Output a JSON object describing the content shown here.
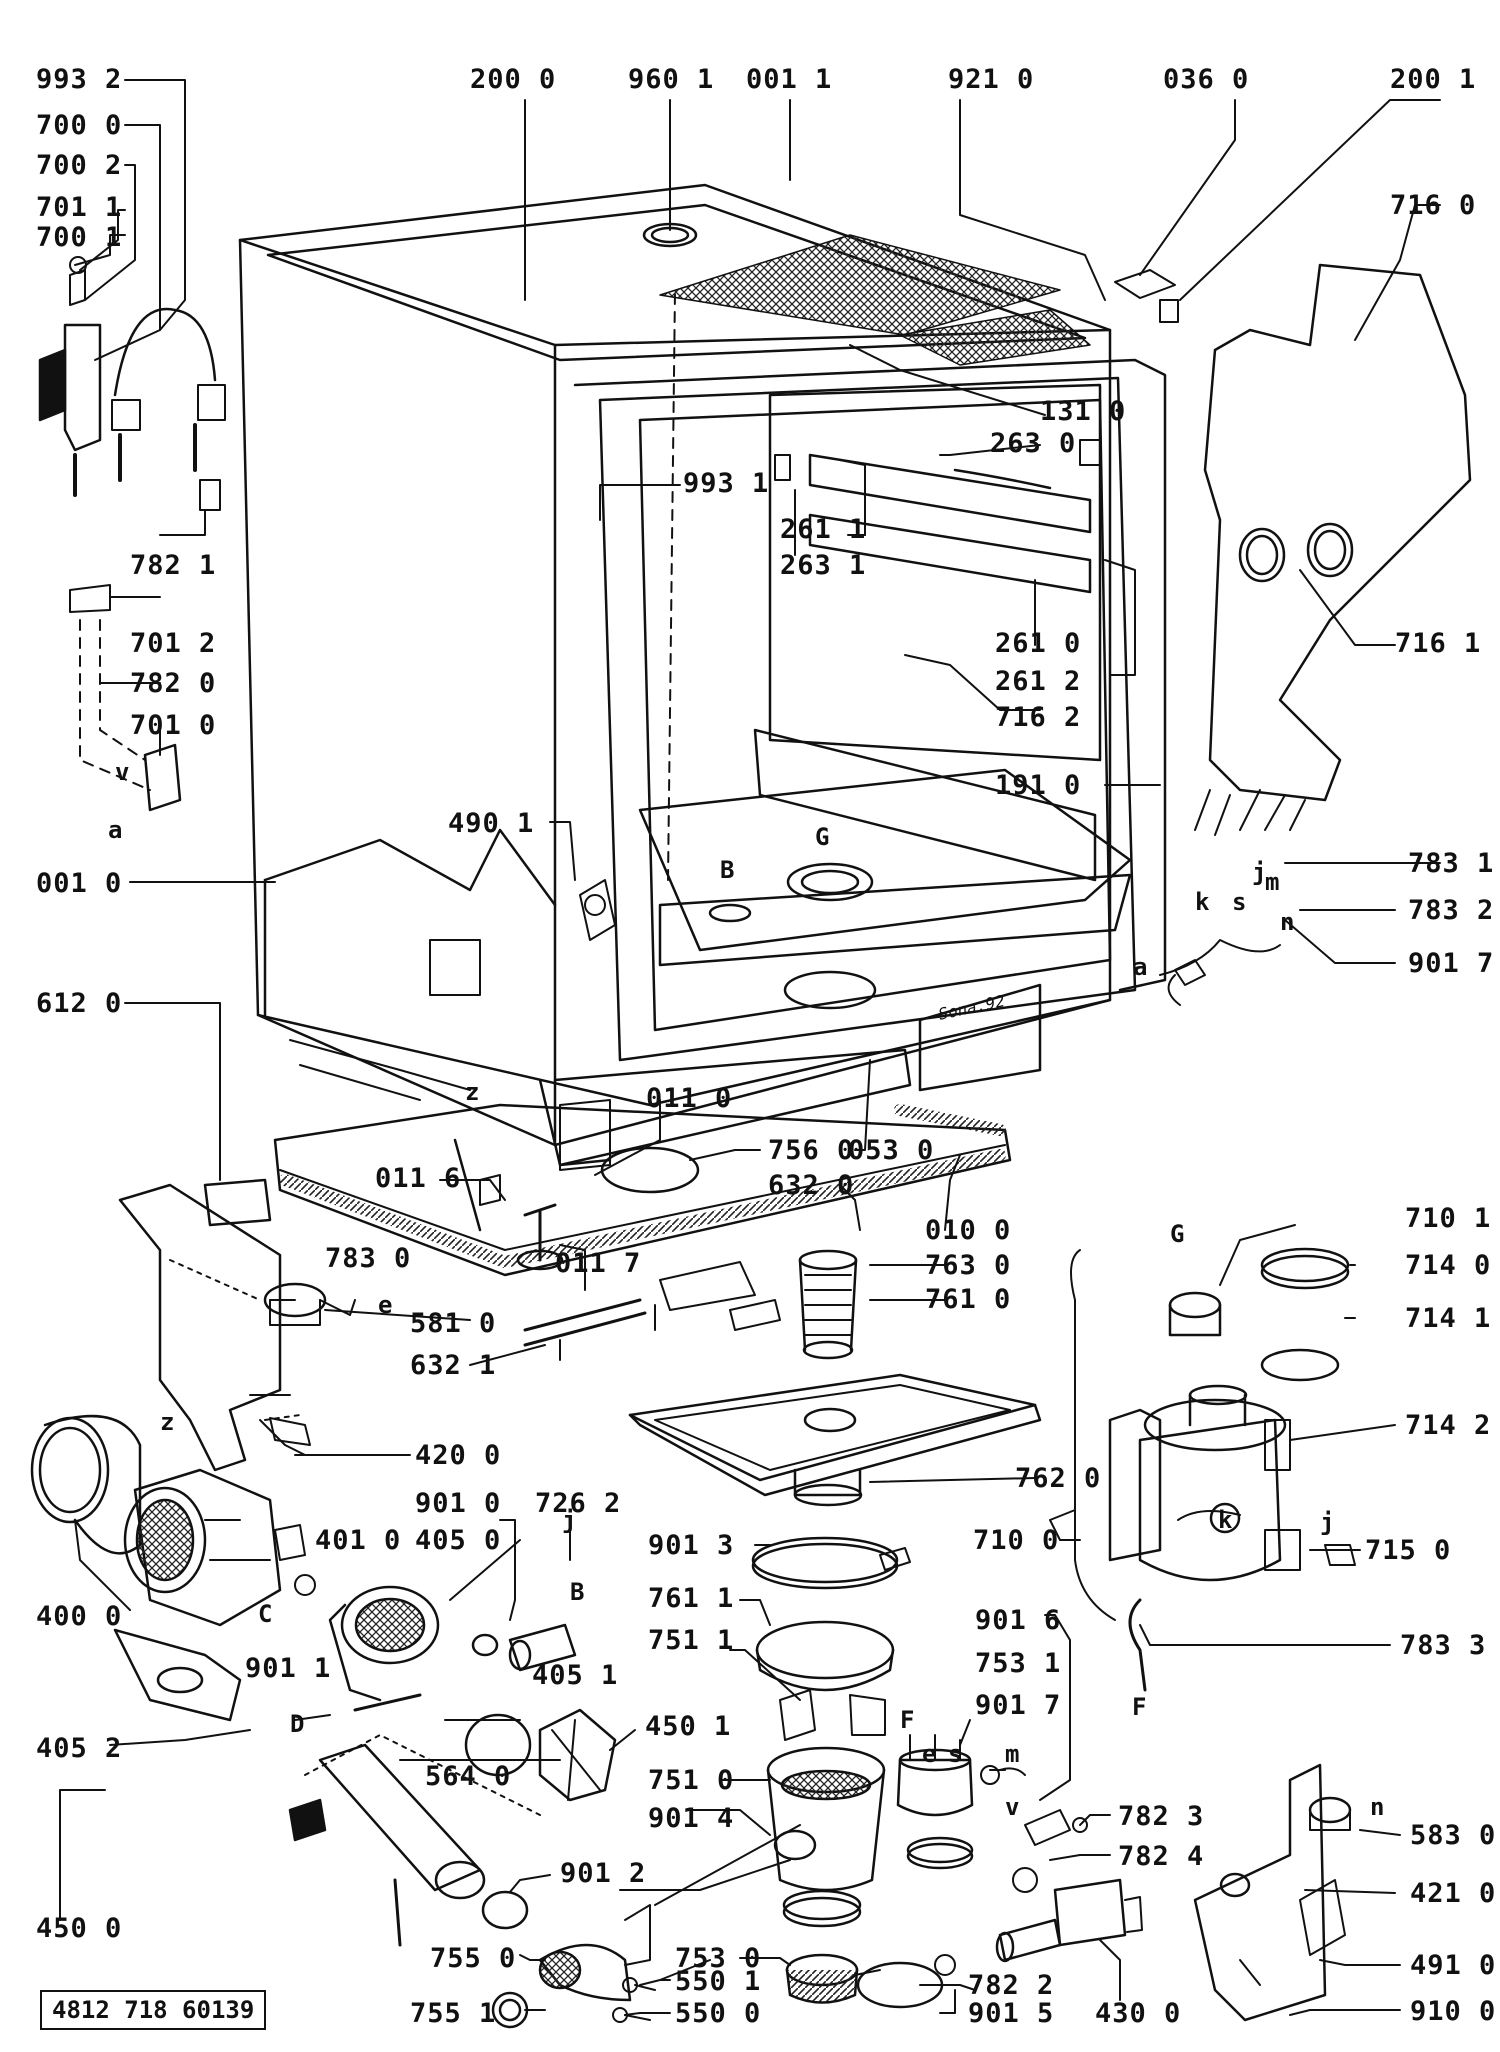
{
  "document_id": "4812 718 60139",
  "part_labels": [
    {
      "id": "p9932",
      "text": "993 2"
    },
    {
      "id": "p7000",
      "text": "700 0"
    },
    {
      "id": "p7002",
      "text": "700 2"
    },
    {
      "id": "p7011",
      "text": "701 1"
    },
    {
      "id": "p7001",
      "text": "700 1"
    },
    {
      "id": "p2000",
      "text": "200 0"
    },
    {
      "id": "p9601",
      "text": "960 1"
    },
    {
      "id": "p0011",
      "text": "001 1"
    },
    {
      "id": "p9210",
      "text": "921 0"
    },
    {
      "id": "p0360",
      "text": "036 0"
    },
    {
      "id": "p2001",
      "text": "200 1"
    },
    {
      "id": "p7160",
      "text": "716 0"
    },
    {
      "id": "p1310",
      "text": "131 0"
    },
    {
      "id": "p2630",
      "text": "263 0"
    },
    {
      "id": "p9931",
      "text": "993 1"
    },
    {
      "id": "p2611",
      "text": "261 1"
    },
    {
      "id": "p2631",
      "text": "263 1"
    },
    {
      "id": "p7821",
      "text": "782 1"
    },
    {
      "id": "p7012",
      "text": "701 2"
    },
    {
      "id": "p7820",
      "text": "782 0"
    },
    {
      "id": "p7010",
      "text": "701 0"
    },
    {
      "id": "p7161",
      "text": "716 1"
    },
    {
      "id": "p2610",
      "text": "261 0"
    },
    {
      "id": "p2612",
      "text": "261 2"
    },
    {
      "id": "p7162",
      "text": "716 2"
    },
    {
      "id": "p1910",
      "text": "191 0"
    },
    {
      "id": "p4901",
      "text": "490 1"
    },
    {
      "id": "p0010",
      "text": "001 0"
    },
    {
      "id": "p7831",
      "text": "783 1"
    },
    {
      "id": "p7832",
      "text": "783 2"
    },
    {
      "id": "p9017a",
      "text": "901 7"
    },
    {
      "id": "p6120",
      "text": "612 0"
    },
    {
      "id": "p0110",
      "text": "011 0"
    },
    {
      "id": "p0116",
      "text": "011 6"
    },
    {
      "id": "p7560",
      "text": "756 0"
    },
    {
      "id": "p0530",
      "text": "053 0"
    },
    {
      "id": "p6320",
      "text": "632 0"
    },
    {
      "id": "p0100",
      "text": "010 0"
    },
    {
      "id": "p7830",
      "text": "783 0"
    },
    {
      "id": "p5810",
      "text": "581 0"
    },
    {
      "id": "p0117",
      "text": "011 7"
    },
    {
      "id": "p7630",
      "text": "763 0"
    },
    {
      "id": "p7610",
      "text": "761 0"
    },
    {
      "id": "p6321",
      "text": "632 1"
    },
    {
      "id": "p7101",
      "text": "710 1"
    },
    {
      "id": "p7140",
      "text": "714 0"
    },
    {
      "id": "p7141",
      "text": "714 1"
    },
    {
      "id": "p7142",
      "text": "714 2"
    },
    {
      "id": "p4200",
      "text": "420 0"
    },
    {
      "id": "p7620",
      "text": "762 0"
    },
    {
      "id": "p9010",
      "text": "901 0"
    },
    {
      "id": "p7262",
      "text": "726 2"
    },
    {
      "id": "p4050",
      "text": "405 0"
    },
    {
      "id": "p4010",
      "text": "401 0"
    },
    {
      "id": "p9013",
      "text": "901 3"
    },
    {
      "id": "p7100",
      "text": "710 0"
    },
    {
      "id": "p7150",
      "text": "715 0"
    },
    {
      "id": "p4000",
      "text": "400 0"
    },
    {
      "id": "p7611",
      "text": "761 1"
    },
    {
      "id": "p7511",
      "text": "751 1"
    },
    {
      "id": "p9016",
      "text": "901 6"
    },
    {
      "id": "p7833",
      "text": "783 3"
    },
    {
      "id": "p9011",
      "text": "901 1"
    },
    {
      "id": "p4051",
      "text": "405 1"
    },
    {
      "id": "p7531",
      "text": "753 1"
    },
    {
      "id": "p9017b",
      "text": "901 7"
    },
    {
      "id": "p4052",
      "text": "405 2"
    },
    {
      "id": "p4501",
      "text": "450 1"
    },
    {
      "id": "p7510",
      "text": "751 0"
    },
    {
      "id": "p5640",
      "text": "564 0"
    },
    {
      "id": "p9014",
      "text": "901 4"
    },
    {
      "id": "p7823",
      "text": "782 3"
    },
    {
      "id": "p9012",
      "text": "901 2"
    },
    {
      "id": "p7824",
      "text": "782 4"
    },
    {
      "id": "p5830",
      "text": "583 0"
    },
    {
      "id": "p4210",
      "text": "421 0"
    },
    {
      "id": "p4500",
      "text": "450 0"
    },
    {
      "id": "p7550",
      "text": "755 0"
    },
    {
      "id": "p7530",
      "text": "753 0"
    },
    {
      "id": "p5501",
      "text": "550 1"
    },
    {
      "id": "p7822",
      "text": "782 2"
    },
    {
      "id": "p4910",
      "text": "491 0"
    },
    {
      "id": "p7551",
      "text": "755 1"
    },
    {
      "id": "p5500",
      "text": "550 0"
    },
    {
      "id": "p9015",
      "text": "901 5"
    },
    {
      "id": "p4300",
      "text": "430 0"
    },
    {
      "id": "p9100",
      "text": "910 0"
    }
  ],
  "connection_letters": [
    {
      "id": "lv1",
      "text": "v"
    },
    {
      "id": "la1",
      "text": "a"
    },
    {
      "id": "lG1",
      "text": "G"
    },
    {
      "id": "lB1",
      "text": "B"
    },
    {
      "id": "lk1",
      "text": "k"
    },
    {
      "id": "ls1",
      "text": "s"
    },
    {
      "id": "lj1",
      "text": "j"
    },
    {
      "id": "lm1",
      "text": "m"
    },
    {
      "id": "ln1",
      "text": "n"
    },
    {
      "id": "la2",
      "text": "a"
    },
    {
      "id": "lz1",
      "text": "z"
    },
    {
      "id": "le1",
      "text": "e"
    },
    {
      "id": "lG2",
      "text": "G"
    },
    {
      "id": "lz2",
      "text": "z"
    },
    {
      "id": "lC1",
      "text": "C"
    },
    {
      "id": "lB2",
      "text": "B"
    },
    {
      "id": "lj2",
      "text": "j"
    },
    {
      "id": "lk2",
      "text": "k"
    },
    {
      "id": "lj3",
      "text": "j"
    },
    {
      "id": "lD1",
      "text": "D"
    },
    {
      "id": "lF1",
      "text": "F"
    },
    {
      "id": "lF2",
      "text": "F"
    },
    {
      "id": "le2",
      "text": "e"
    },
    {
      "id": "ls2",
      "text": "s"
    },
    {
      "id": "lm2",
      "text": "m"
    },
    {
      "id": "lv2",
      "text": "v"
    },
    {
      "id": "ln2",
      "text": "n"
    }
  ],
  "stamp_text": "Sona.92"
}
